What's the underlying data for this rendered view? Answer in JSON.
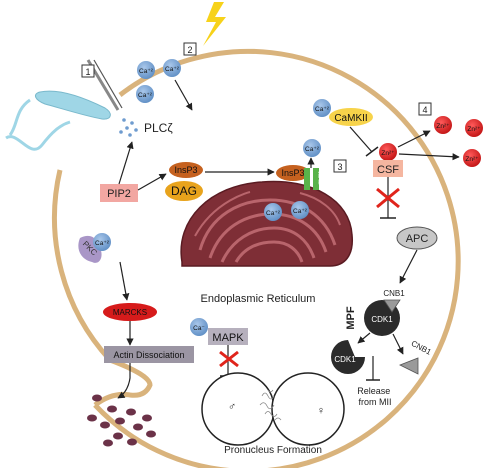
{
  "steps": [
    "1",
    "2",
    "3",
    "4"
  ],
  "ions": {
    "ca": "Ca⁺²",
    "ca_minus": "Ca⁻",
    "zn": "Zn²⁺"
  },
  "labels": {
    "plc_zeta": "PLCζ",
    "pip2": "PIP2",
    "insp3": "InsP3",
    "dag": "DAG",
    "camkii": "CaMKII",
    "csf": "CSF",
    "apc": "APC",
    "pkc": "PKC",
    "marcks": "MARCKS",
    "actin_dissociation": "Actin Dissociation",
    "er": "Endoplasmic Reticulum",
    "mapk": "MAPK",
    "mpf": "MPF",
    "cdk1": "CDK1",
    "cnb1": "CNB1",
    "release": [
      "Release",
      "from MII"
    ],
    "pronucleus": "Pronucleus Formation",
    "male_symbol": "♂",
    "female_symbol": "♀",
    "receptor": "InsP3R"
  },
  "colors": {
    "membrane": "#d9b37c",
    "sperm": "#9fd6e6",
    "calcium": "#6f9ccf",
    "zinc": "#d62020",
    "er": "#7e2e36",
    "insp3": "#c5611f",
    "dag": "#e8a31c",
    "camkii": "#f7d34a",
    "pip2": "#f2a7a2",
    "csf": "#f5b6a0",
    "marcks": "#d61b1b",
    "actin": "#9b95a3",
    "receptor": "#59b34a",
    "pkc": "#a996c7",
    "dark": "#2b2b2b",
    "apc": "#c7c7c7",
    "granule": "#6b3248",
    "inhibit_x": "#e0241b",
    "lightning": "#f7d21a"
  },
  "icons": [
    "lightning-icon",
    "sperm-icon",
    "er-icon",
    "inhibition-x-icon",
    "receptor-icon"
  ]
}
